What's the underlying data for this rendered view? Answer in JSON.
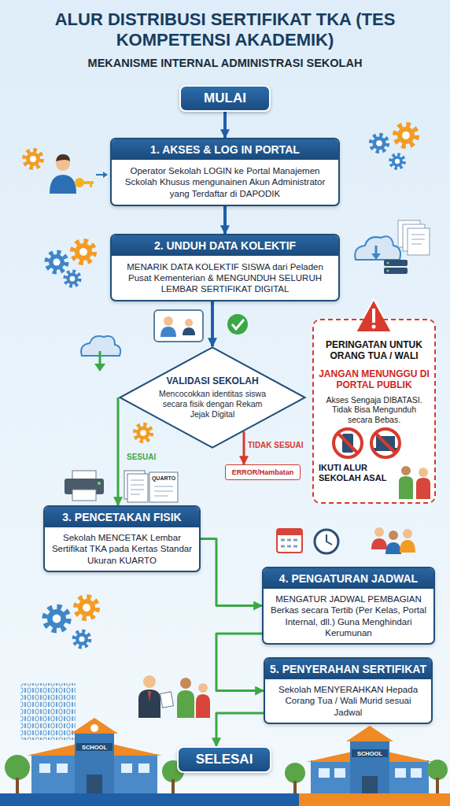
{
  "diagram": {
    "title": "ALUR DISTRIBUSI SERTIFIKAT TKA (TES KOMPETENSI AKADEMIK)",
    "caption": "MEKANISME INTERNAL ADMINISTRASI SEKOLAH",
    "nodes": [
      {
        "text": [
          "MULAI"
        ]
      },
      {
        "text": [
          "1. AKSES & LOG IN PORTAL",
          "Operator Sekolah LOGIN ke Portal Manajemen Sckolah Khusus mengunainen Akun Administrator yang Terdaftar di DAPODIK"
        ]
      },
      {
        "text": [
          "2. UNDUH DATA KOLEKTIF",
          "MENARIK DATA KOLEKTIF SISWA dari Peladen Pusat Kementerian & MENGUNDUH SELURUH LEMBAR SERTIFIKAT DIGITAL"
        ]
      },
      {
        "text": [
          "VALIDASI SEKOLAH",
          "Mencocokkan identitas siswa secara fisik dengan Rekam Jejak Digital"
        ]
      },
      {
        "text": [
          "ERROR/Hambatan"
        ]
      },
      {
        "text": [
          "3. PENCETAKAN FISIK",
          "Sekolah MENCETAK Lembar Sertifikat TKA pada Kertas Standar Ukuran KUARTO"
        ]
      },
      {
        "text": [
          "4. PENGATURAN JADWAL",
          "MENGATUR JADWAL PEMBAGIAN Berkas secara Tertib (Per Kelas, Portal Internal, dll.) Guna Menghindari Kerumunan"
        ]
      },
      {
        "text": [
          "5. PENYERAHAN SERTIFIKAT",
          "Sekolah MENYERAHKAN Hepada Corang Tua / Wali Murid sesuai Jadwal"
        ]
      },
      {
        "text": [
          "SELESAI"
        ]
      },
      {
        "text": [
          "PERINGATAN UNTUK ORANG TUA / WALI",
          "JANGAN MENUNGGU DI PORTAL PUBLIK",
          "Akses Sengaja DIBATASI. Tidak Bisa Mengunduh secara Bebas.",
          "IKUTI ALUR SEKOLAH ASAL"
        ]
      }
    ],
    "edges": [
      {
        "from": 0,
        "to": 1,
        "arrow": "to"
      },
      {
        "from": 1,
        "to": 2,
        "arrow": "to"
      },
      {
        "from": 2,
        "to": 3,
        "arrow": "to"
      },
      {
        "from": 3,
        "to": 5,
        "label": "SESUAI",
        "arrow": "to"
      },
      {
        "from": 3,
        "to": 4,
        "label": "TIDAK SESUAI",
        "arrow": "to"
      },
      {
        "from": 5,
        "to": 6,
        "arrow": "to"
      },
      {
        "from": 6,
        "to": 7,
        "arrow": "to"
      },
      {
        "from": 7,
        "to": 8,
        "arrow": "to"
      }
    ],
    "labels": [
      "QUARTO",
      "SCHOOL",
      "SCHOOL"
    ]
  }
}
